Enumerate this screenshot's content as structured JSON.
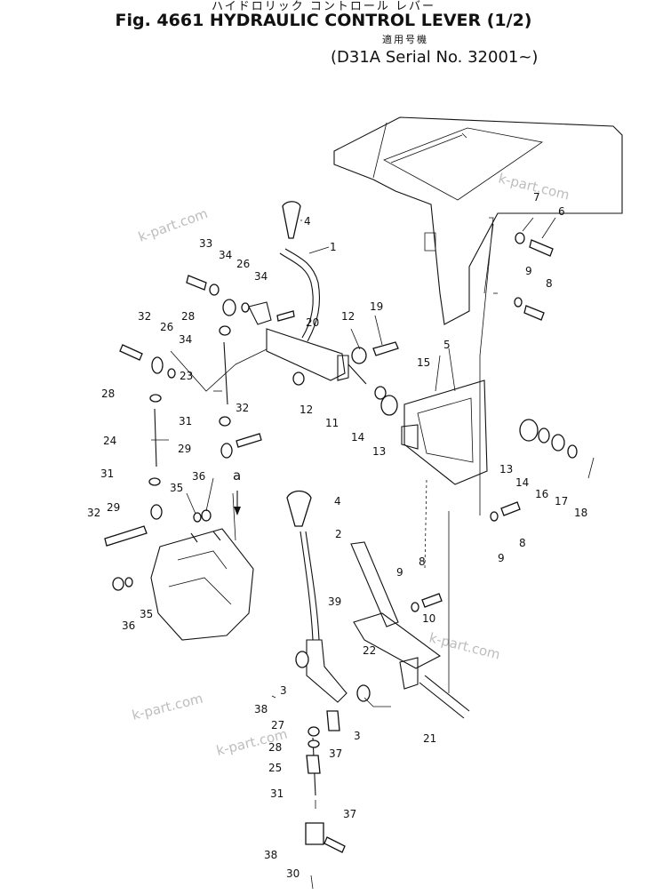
{
  "header": {
    "title_jp": "ハイドロリック コントロール レバー",
    "title": "Fig. 4661 HYDRAULIC CONTROL LEVER (1/2)",
    "serial_jp": "適用号機",
    "serial": "(D31A Serial No. 32001~)"
  },
  "watermark": "k-part.com",
  "view_label": "a",
  "callouts": {
    "p1": "1",
    "p2": "2",
    "p3a": "3",
    "p3b": "3",
    "p4a": "4",
    "p4b": "4",
    "p5": "5",
    "p6": "6",
    "p7": "7",
    "p8a": "8",
    "p8b": "8",
    "p8c": "8",
    "p9a": "9",
    "p9b": "9",
    "p9c": "9",
    "p10": "10",
    "p11": "11",
    "p12a": "12",
    "p12b": "12",
    "p13a": "13",
    "p13b": "13",
    "p14a": "14",
    "p14b": "14",
    "p15": "15",
    "p16": "16",
    "p17": "17",
    "p18": "18",
    "p19": "19",
    "p20": "20",
    "p21": "21",
    "p22": "22",
    "p23": "23",
    "p24": "24",
    "p25": "25",
    "p26a": "26",
    "p26b": "26",
    "p27": "27",
    "p28a": "28",
    "p28b": "28",
    "p28c": "28",
    "p29a": "29",
    "p29b": "29",
    "p30": "30",
    "p31a": "31",
    "p31b": "31",
    "p31c": "31",
    "p32a": "32",
    "p32b": "32",
    "p32c": "32",
    "p33": "33",
    "p34a": "34",
    "p34b": "34",
    "p34c": "34",
    "p35a": "35",
    "p35b": "35",
    "p36a": "36",
    "p36b": "36",
    "p37a": "37",
    "p37b": "37",
    "p38a": "38",
    "p38b": "38",
    "p39": "39"
  }
}
